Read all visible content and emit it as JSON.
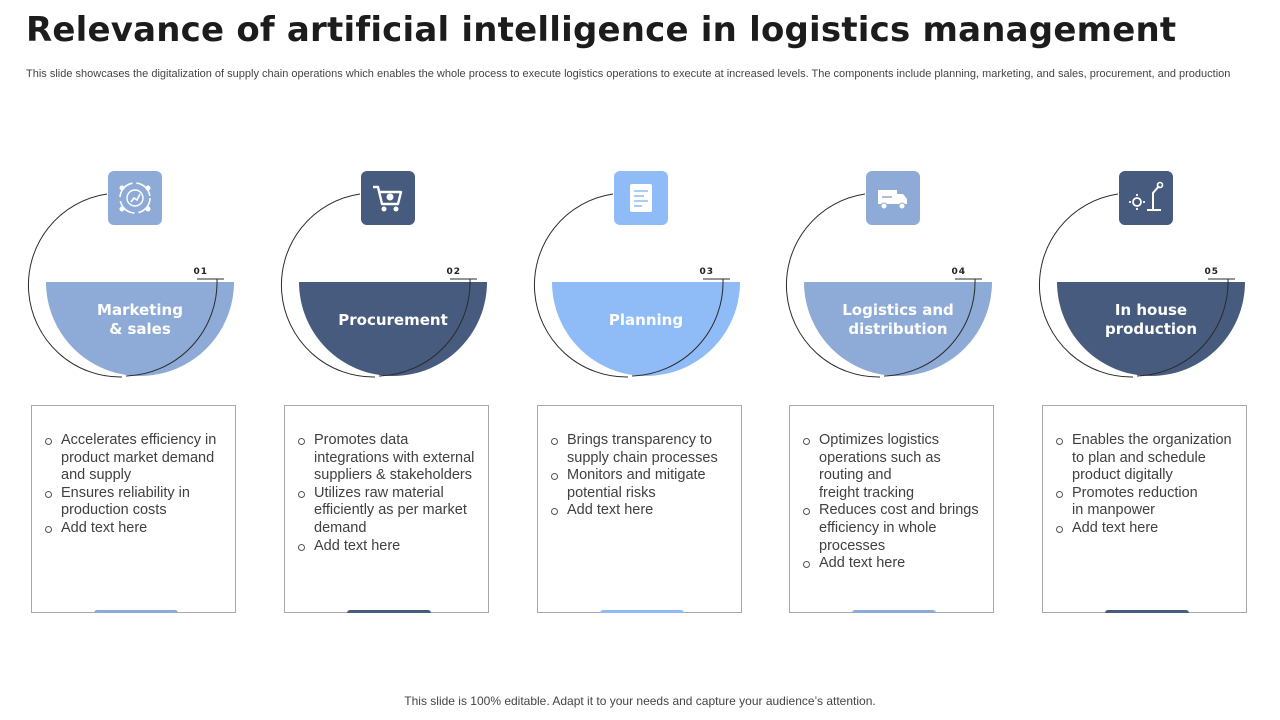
{
  "header": {
    "title": "Relevance of artificial intelligence in logistics management",
    "subtitle": "This slide showcases the digitalization of supply chain operations which enables the whole process to execute logistics operations to execute at increased levels. The components include planning, marketing, and sales, procurement, and production"
  },
  "colors": {
    "light_blue": "#8eabd7",
    "dark_blue": "#465b7e",
    "sky_blue": "#8fbcf7"
  },
  "steps": [
    {
      "number": "01",
      "label": "Marketing\n& sales",
      "icon": "marketing-cycle-icon",
      "color": "#8eabd7",
      "bullets": [
        "Accelerates efficiency in product market demand and supply",
        "Ensures reliability in production costs",
        "Add text here"
      ]
    },
    {
      "number": "02",
      "label": "Procurement",
      "icon": "shopping-cart-icon",
      "color": "#465b7e",
      "bullets": [
        "Promotes data integrations with external suppliers & stakeholders",
        "Utilizes raw material efficiently as per market demand",
        "Add text here"
      ]
    },
    {
      "number": "03",
      "label": "Planning",
      "icon": "planning-document-icon",
      "color": "#8fbcf7",
      "bullets": [
        "Brings transparency to supply chain processes",
        "Monitors and mitigate potential risks",
        "Add text here"
      ]
    },
    {
      "number": "04",
      "label": "Logistics and\ndistribution",
      "icon": "delivery-truck-icon",
      "color": "#8eabd7",
      "bullets": [
        "Optimizes logistics operations such as routing and\nfreight tracking",
        "Reduces cost and brings efficiency in whole processes",
        "Add text here"
      ]
    },
    {
      "number": "05",
      "label": "In house\nproduction",
      "icon": "robotic-arm-icon",
      "color": "#465b7e",
      "bullets": [
        "Enables the organization to plan and schedule product digitally",
        "Promotes reduction\nin manpower",
        "Add text here"
      ]
    }
  ],
  "footer": {
    "text": "This slide is 100% editable. Adapt it to your needs and capture your audience’s attention."
  }
}
